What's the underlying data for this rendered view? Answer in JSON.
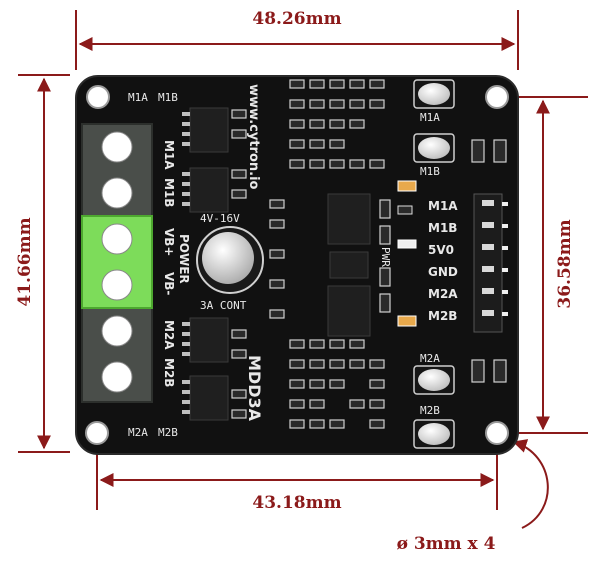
{
  "dimensions": {
    "top_width": "48.26mm",
    "left_height": "41.66mm",
    "right_height": "36.58mm",
    "bottom_width": "43.18mm",
    "hole_note": "ø 3mm x 4"
  },
  "board": {
    "url": "www.cytron.io",
    "model": "MDD3A",
    "voltage": "4V-16V",
    "current": "3A CONT",
    "power_label": "POWER",
    "terminal_labels": [
      "M1A",
      "M1B",
      "VB+",
      "VB-",
      "M2A",
      "M2B"
    ],
    "top_corner_labels": [
      "M1A",
      "M1B"
    ],
    "bottom_corner_labels": [
      "M2A",
      "M2B"
    ],
    "button_labels": [
      "M1A",
      "M1B",
      "M2A",
      "M2B"
    ],
    "header_pins": [
      "M1A",
      "M1B",
      "5V0",
      "GND",
      "M2A",
      "M2B"
    ],
    "pwr_label": "PWR"
  },
  "colors": {
    "dimension": "#8b1a1a",
    "board": "#111111",
    "terminal_green": "#7ddc5a",
    "terminal_gray": "#4a4e4a"
  }
}
